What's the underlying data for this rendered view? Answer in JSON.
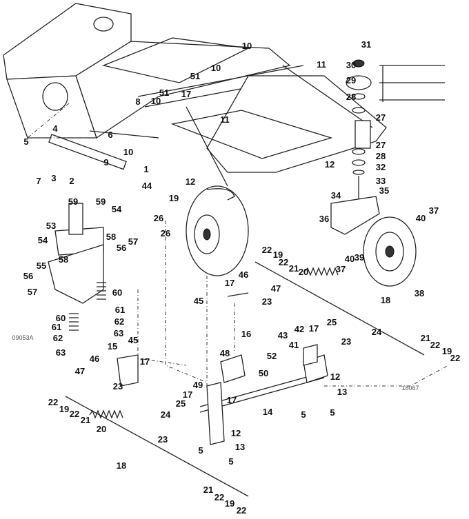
{
  "diagram": {
    "drawing_numbers": [
      "09053A",
      "18067"
    ],
    "callouts": [
      "10",
      "11",
      "31",
      "30",
      "29",
      "28",
      "27",
      "51",
      "10",
      "17",
      "51",
      "8",
      "10",
      "6",
      "10",
      "11",
      "4",
      "5",
      "9",
      "1",
      "2",
      "3",
      "7",
      "27",
      "28",
      "32",
      "33",
      "12",
      "12",
      "34",
      "35",
      "37",
      "36",
      "40",
      "44",
      "19",
      "26",
      "26",
      "59",
      "59",
      "54",
      "53",
      "54",
      "58",
      "58",
      "57",
      "56",
      "55",
      "56",
      "57",
      "60",
      "60",
      "61",
      "61",
      "62",
      "62",
      "63",
      "63",
      "22",
      "19",
      "22",
      "21",
      "20",
      "40",
      "39",
      "37",
      "38",
      "18",
      "46",
      "47",
      "17",
      "45",
      "23",
      "16",
      "42",
      "43",
      "17",
      "25",
      "24",
      "23",
      "41",
      "52",
      "21",
      "22",
      "19",
      "22",
      "45",
      "15",
      "17",
      "46",
      "47",
      "23",
      "48",
      "50",
      "49",
      "17",
      "17",
      "25",
      "12",
      "13",
      "14",
      "5",
      "5",
      "24",
      "23",
      "12",
      "13",
      "5",
      "5",
      "22",
      "19",
      "22",
      "21",
      "20",
      "18",
      "21",
      "22",
      "19",
      "22"
    ]
  }
}
